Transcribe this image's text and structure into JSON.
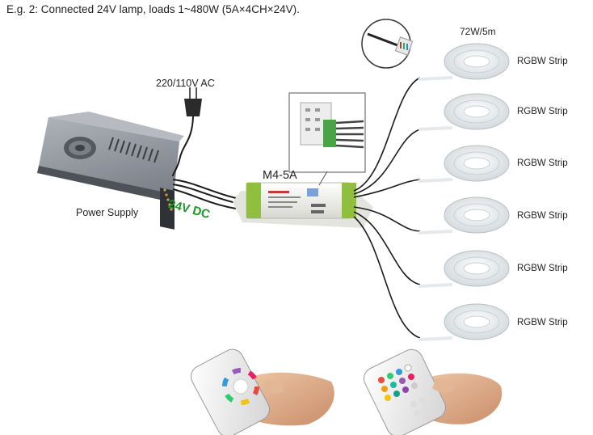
{
  "title": "E.g. 2: Connected 24V lamp, loads 1~480W (5A×4CH×24V).",
  "ac_label": "220/110V AC",
  "power_supply_label": "Power Supply",
  "controller_label": "M4-5A",
  "dc_label": "24V DC",
  "strip_power_label": "72W/5m",
  "strips": [
    {
      "label": "RGBW Strip"
    },
    {
      "label": "RGBW Strip"
    },
    {
      "label": "RGBW Strip"
    },
    {
      "label": "RGBW Strip"
    },
    {
      "label": "RGBW Strip"
    },
    {
      "label": "RGBW Strip"
    }
  ],
  "colors": {
    "dc_text": "#1f9a2a",
    "wire": "#1a1a1a",
    "power_supply_body": "#9a9fa8",
    "controller_body": "#f2f2ee",
    "strip_reel": "#eef2f4",
    "skin": "#e2b796"
  },
  "icons": [
    "power-supply-icon",
    "ac-plug-icon",
    "controller-icon",
    "connector-zoom-icon",
    "led-strip-reel-icon",
    "wheel-remote-icon",
    "button-remote-icon"
  ]
}
